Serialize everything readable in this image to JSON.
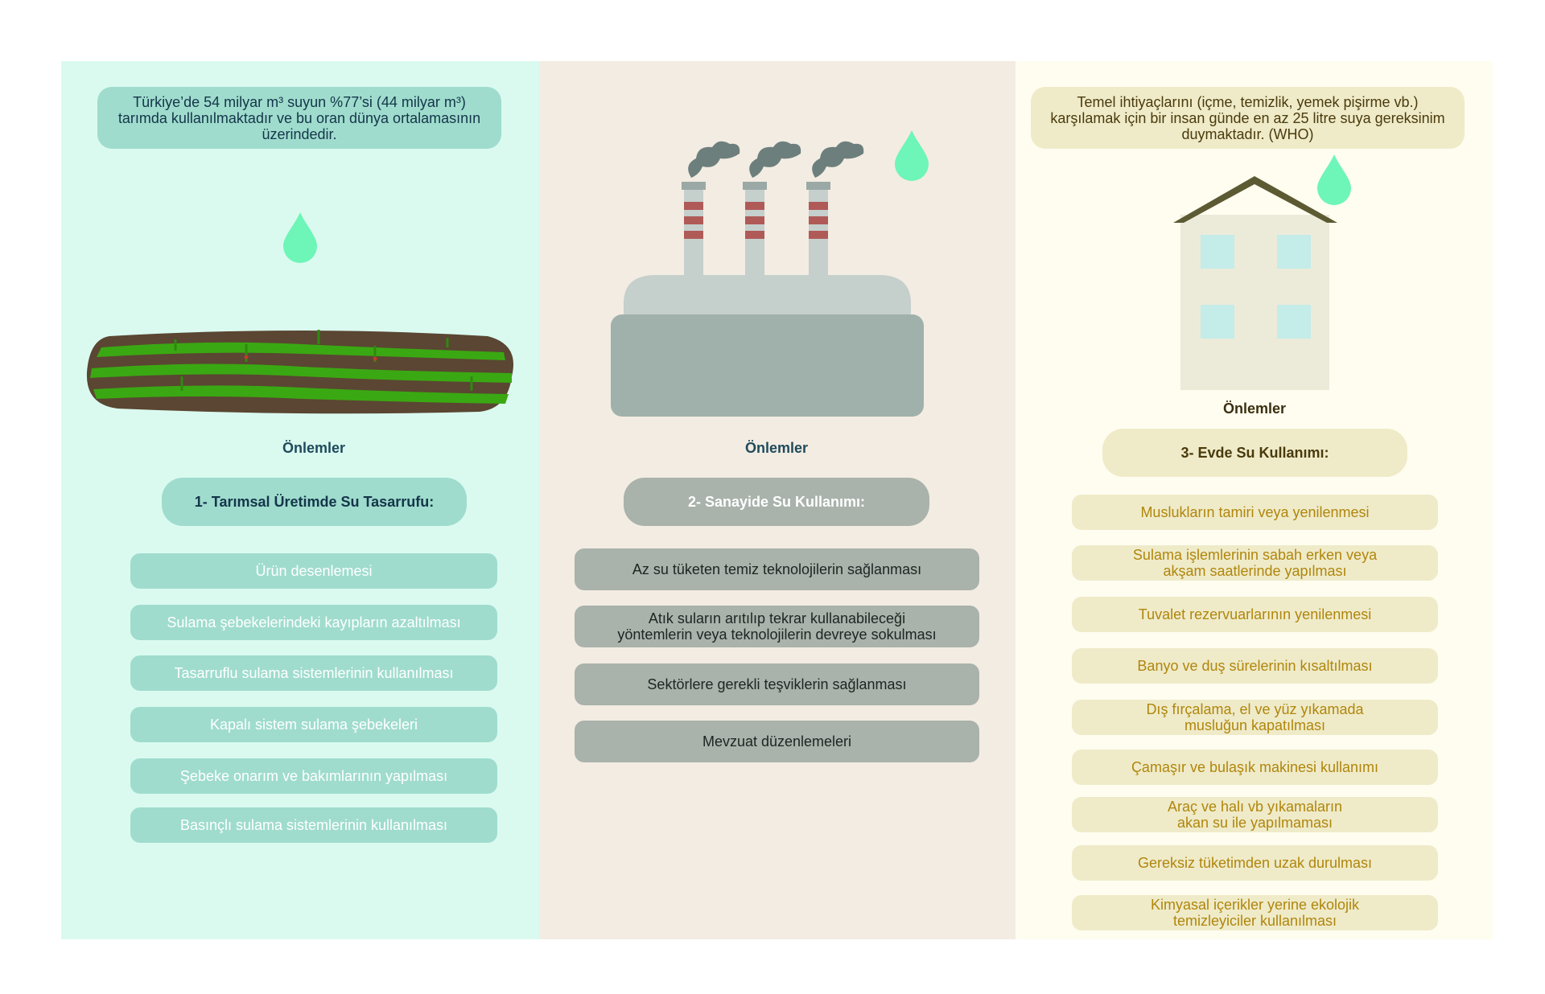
{
  "colors": {
    "drop": "#6ef5b8",
    "left_box": "#9fdccd",
    "mid_box": "#a9b2ab",
    "right_box": "#efebc9"
  },
  "agriculture": {
    "info": "Türkiye’de 54 milyar m³ suyun %77’si (44 milyar m³) tarımda kullanılmaktadır ve bu oran dünya ortalamasının üzerindedir.",
    "measures_label": "Önlemler",
    "header": "1- Tarımsal Üretimde Su Tasarrufu:",
    "items": [
      "Ürün desenlemesi",
      "Sulama şebekelerindeki kayıpların azaltılması",
      "Tasarruflu sulama sistemlerinin kullanılması",
      "Kapalı sistem sulama şebekeleri",
      "Şebeke onarım ve bakımlarının yapılması",
      "Basınçlı sulama sistemlerinin kullanılması"
    ]
  },
  "industry": {
    "measures_label": "Önlemler",
    "header": "2- Sanayide Su Kullanımı:",
    "items": [
      "Az su tüketen temiz teknolojilerin sağlanması",
      "Atık suların arıtılıp tekrar kullanabileceği\nyöntemlerin veya teknolojilerin devreye sokulması",
      "Sektörlere gerekli teşviklerin sağlanması",
      "Mevzuat düzenlemeleri"
    ]
  },
  "home": {
    "info": "Temel ihtiyaçlarını (içme, temizlik, yemek pişirme vb.) karşılamak için bir insan günde en az 25 litre suya gereksinim duymaktadır. (WHO)",
    "measures_label": "Önlemler",
    "header": "3- Evde Su Kullanımı:",
    "items": [
      "Muslukların tamiri veya yenilenmesi",
      "Sulama işlemlerinin sabah erken veya\nakşam saatlerinde yapılması",
      "Tuvalet rezervuarlarının yenilenmesi",
      "Banyo ve duş sürelerinin kısaltılması",
      "Dış fırçalama, el ve yüz yıkamada\nmusluğun kapatılması",
      "Çamaşır ve bulaşık makinesi kullanımı",
      "Araç ve halı vb yıkamaların\nakan su ile yapılmaması",
      "Gereksiz tüketimden uzak durulması",
      "Kimyasal içerikler yerine ekolojik\ntemizleyiciler kullanılması"
    ]
  }
}
